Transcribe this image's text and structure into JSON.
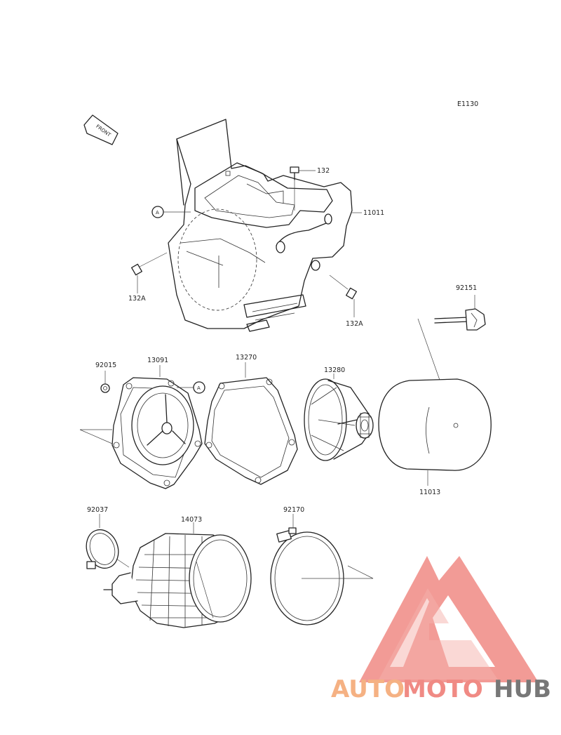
{
  "diagram": {
    "code": "E1130",
    "front_label": "FRONT",
    "ref_marker": "A",
    "labels": {
      "p11011": "11011",
      "p132": "132",
      "p132a_left": "132A",
      "p132a_right": "132A",
      "p92151": "92151",
      "p92015": "92015",
      "p13091": "13091",
      "p13270": "13270",
      "p13280": "13280",
      "p11013": "11013",
      "p92037": "92037",
      "p14073": "14073",
      "p92170": "92170"
    }
  },
  "watermark": {
    "part1": "AUTO",
    "part2": "MOTO",
    "part3": "HUB",
    "color1": "#f5b183",
    "color2": "#f08a84",
    "color3": "#777777",
    "logo_color": "#f08a84"
  }
}
